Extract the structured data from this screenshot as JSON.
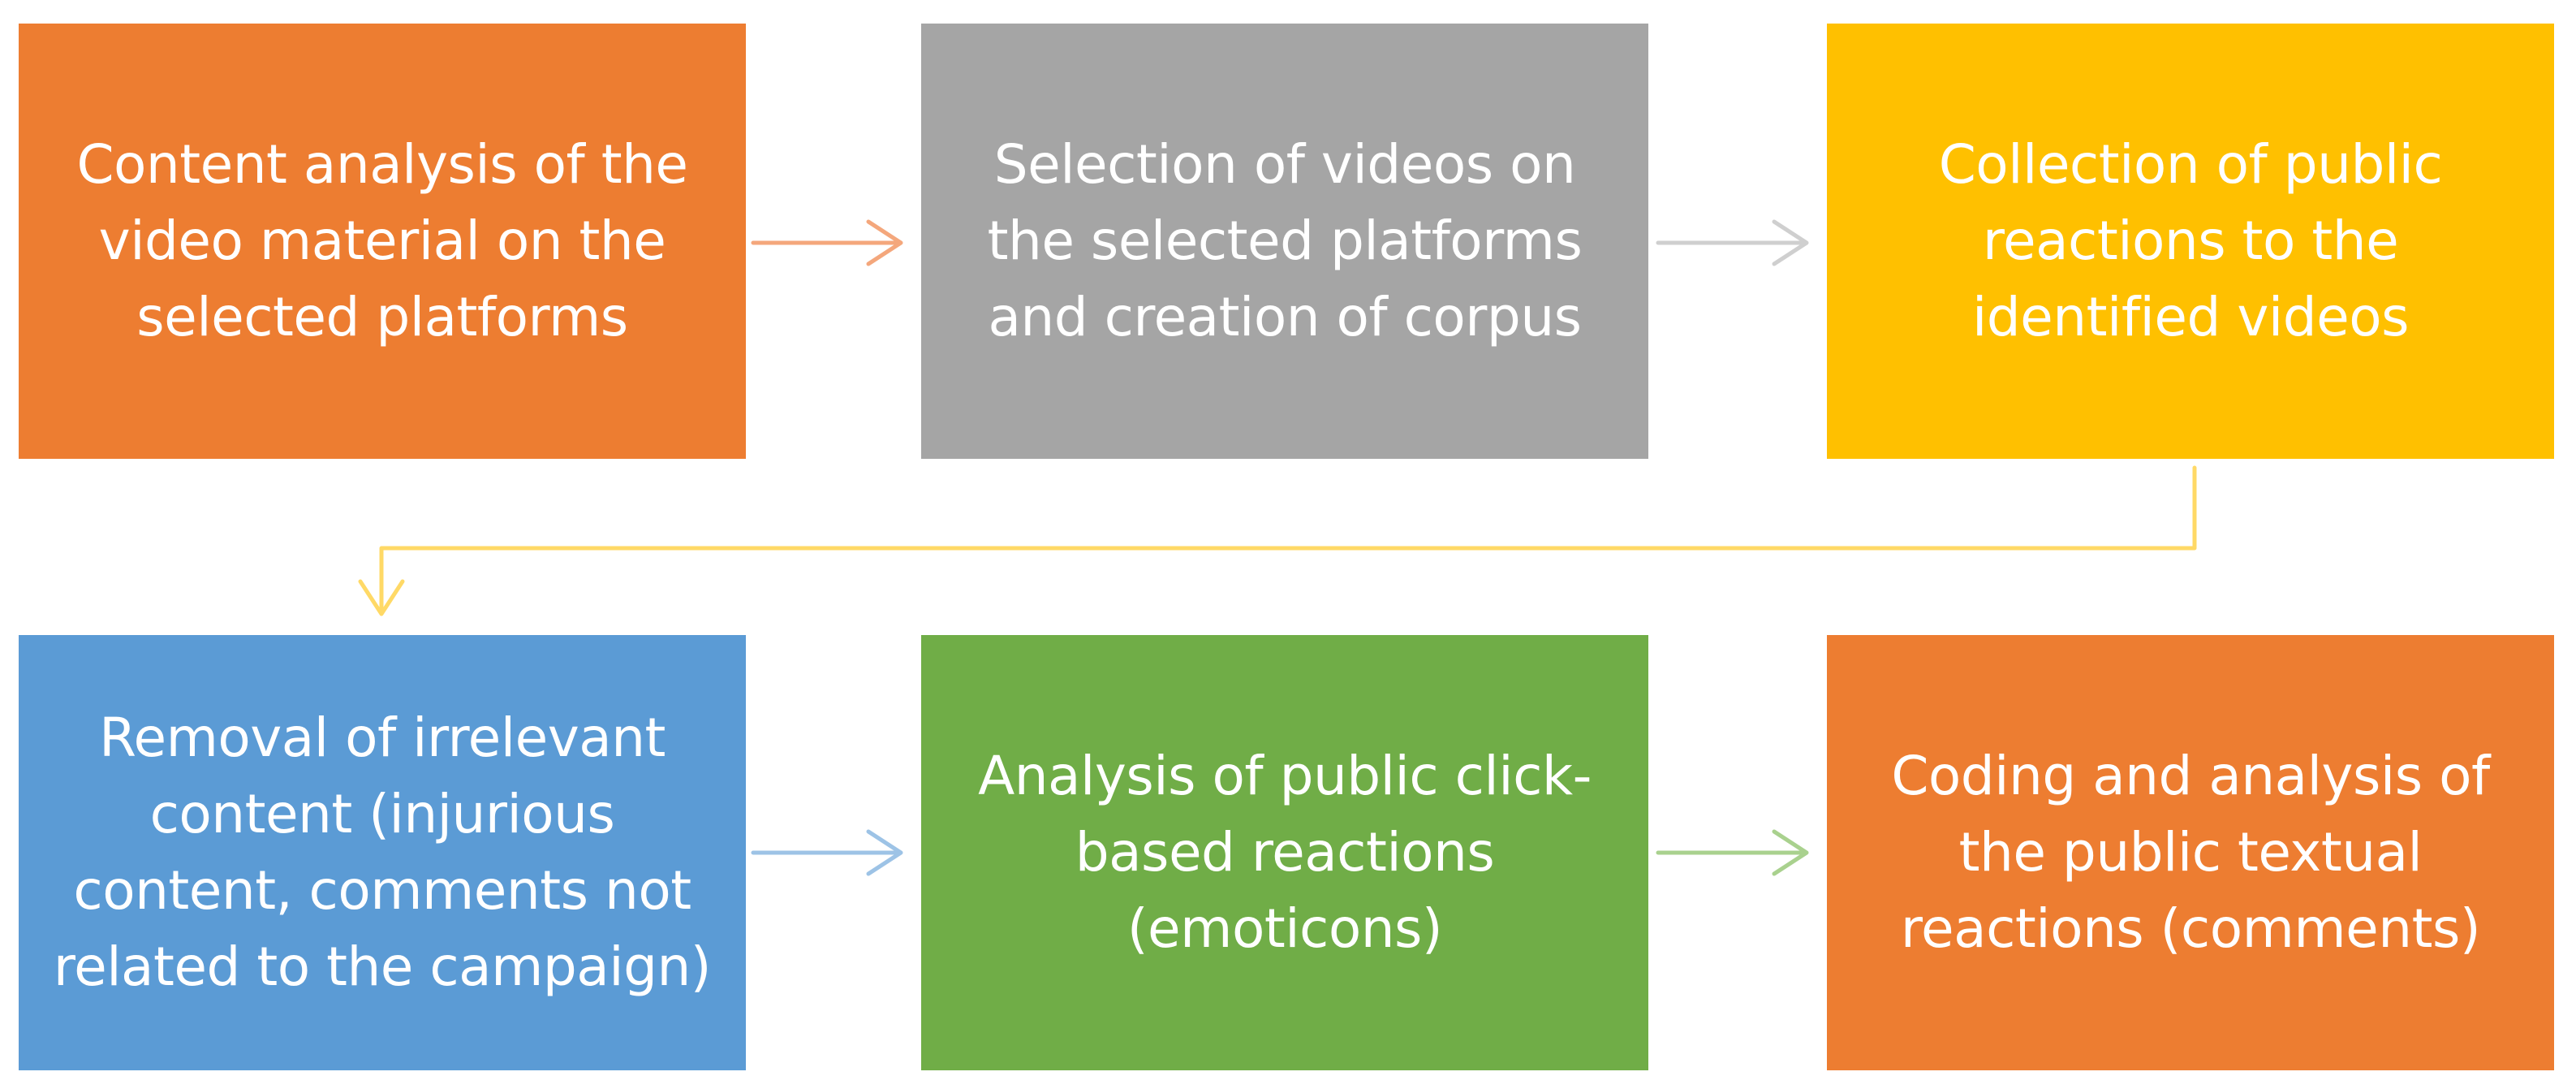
{
  "steps": [
    {
      "id": "content-analysis",
      "color": "#ed7d31",
      "label": "Content analysis of the video material on the selected platforms"
    },
    {
      "id": "selection-of-videos",
      "color": "#a5a5a5",
      "label": "Selection of videos on the selected platforms and creation of corpus"
    },
    {
      "id": "collection-of-reactions",
      "color": "#ffc000",
      "label": "Collection of public reactions to the identified videos"
    },
    {
      "id": "removal-of-content",
      "color": "#5b9bd5",
      "label": "Removal of irrelevant content (injurious content, comments not related to the campaign)"
    },
    {
      "id": "analysis-of-click-reactions",
      "color": "#70ad47",
      "label": "Analysis of public click-based reactions (emoticons)"
    },
    {
      "id": "coding-and-analysis",
      "color": "#ed7d31",
      "label": "Coding and analysis of the public textual reactions (comments)"
    }
  ],
  "connectors": [
    {
      "from": "content-analysis",
      "to": "selection-of-videos",
      "color": "#f4a77c"
    },
    {
      "from": "selection-of-videos",
      "to": "collection-of-reactions",
      "color": "#cfcfcf"
    },
    {
      "from": "collection-of-reactions",
      "to": "removal-of-content",
      "color": "#ffd966"
    },
    {
      "from": "removal-of-content",
      "to": "analysis-of-click-reactions",
      "color": "#9dc3e6"
    },
    {
      "from": "analysis-of-click-reactions",
      "to": "coding-and-analysis",
      "color": "#a9d18e"
    }
  ]
}
